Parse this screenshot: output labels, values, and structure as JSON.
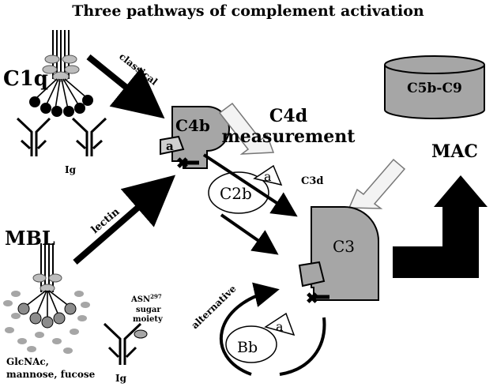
{
  "title": "Three pathways of complement activation",
  "labels": {
    "c1q": "C1q",
    "ig_top": "Ig",
    "mbl": "MBL",
    "ig_bottom": "Ig",
    "asn_base": "ASN",
    "asn_sup": "297",
    "sugar": "sugar",
    "moiety": "moiety",
    "glc1": "GlcNAc,",
    "glc2": "mannose, fucose",
    "classical": "classical",
    "lectin": "lectin",
    "alternative": "alternative",
    "c4b": "C4b",
    "c4b_a": "a",
    "c2b_a": "a",
    "c2b": "C2b",
    "c4d_line1": "C4d",
    "c4d_line2": "measurement",
    "c3d": "C3d",
    "c3": "C3",
    "bb": "Bb",
    "bb_a": "a",
    "c5b": "C5b-C9",
    "mac": "MAC"
  },
  "colors": {
    "protein_gray": "#a6a6a6",
    "light_gray": "#cfcfcf",
    "dot_gray": "#8c8c8c",
    "highlight_arrow": "#f3f3f3"
  }
}
